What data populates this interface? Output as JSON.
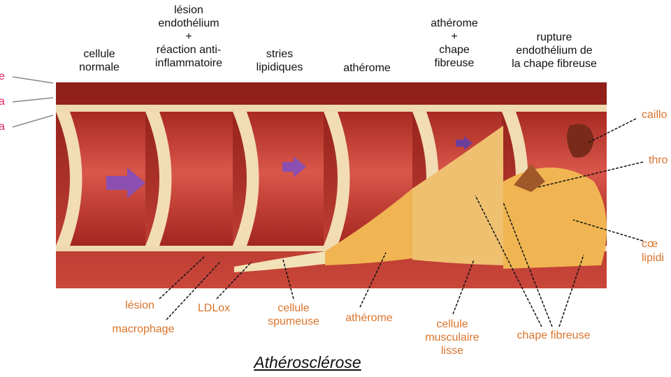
{
  "stages": [
    {
      "label": "cellule\nnormale"
    },
    {
      "label": "lésion\nendothélium\n+\nréaction anti-\ninflammatoire"
    },
    {
      "label": "stries\nlipidiques"
    },
    {
      "label": "athérome"
    },
    {
      "label": "athérome\n+\nchape\nfibreuse"
    },
    {
      "label": "rupture\nendothélium de\nla chape fibreuse"
    }
  ],
  "left_labels": [
    "e",
    "a",
    "a"
  ],
  "right_labels": [
    "caillo",
    "thro",
    "cœ\nlipidi"
  ],
  "bottom_labels": {
    "lesion": "lésion",
    "macrophage": "macrophage",
    "ldlox": "LDLox",
    "cellule_spumeuse": "cellule\nspumeuse",
    "atherome": "athérome",
    "cellule_musculaire": "cellule\nmusculaire\nlisse",
    "chape_fibreuse": "chape fibreuse"
  },
  "title": "Athérosclérose",
  "colors": {
    "wall": "#b8342a",
    "lumen": "#c8433a",
    "intima": "#efd9b0",
    "plaque": "#f0b552",
    "arrow": "#8a4fb0",
    "label": "#d9742c",
    "layer_label": "#e0245e"
  }
}
